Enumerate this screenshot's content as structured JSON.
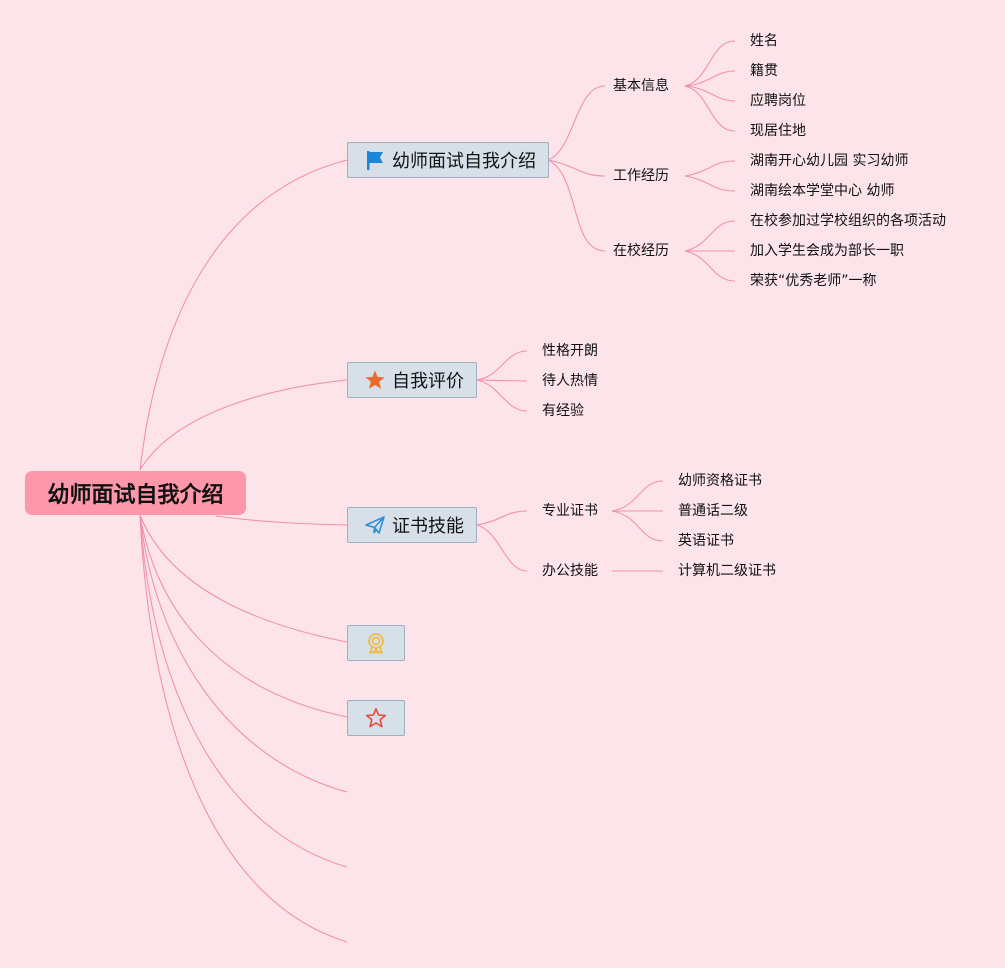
{
  "root": {
    "label": "幼师面试自我介绍"
  },
  "branches": [
    {
      "label": "幼师面试自我介绍",
      "icon": "flag-icon",
      "children": [
        {
          "label": "基本信息",
          "children": [
            "姓名",
            "籍贯",
            "应聘岗位",
            "现居住地"
          ]
        },
        {
          "label": "工作经历",
          "children": [
            "湖南开心幼儿园 实习幼师",
            "湖南绘本学堂中心 幼师"
          ]
        },
        {
          "label": "在校经历",
          "children": [
            "在校参加过学校组织的各项活动",
            "加入学生会成为部长一职",
            "荣获“优秀老师”一称"
          ]
        }
      ]
    },
    {
      "label": "自我评价",
      "icon": "star-icon",
      "children": [
        "性格开朗",
        "待人热情",
        "有经验"
      ]
    },
    {
      "label": "证书技能",
      "icon": "paper-plane-icon",
      "children": [
        {
          "label": "专业证书",
          "children": [
            "幼师资格证书",
            "普通话二级",
            "英语证书"
          ]
        },
        {
          "label": "办公技能",
          "children": [
            "计算机二级证书"
          ]
        }
      ]
    },
    {
      "label": "",
      "icon": "medal-icon"
    },
    {
      "label": "",
      "icon": "star-outline-icon"
    }
  ],
  "colors": {
    "background": "#fde4ea",
    "root_fill": "#ff97ab",
    "topic_fill": "#d7dfe9",
    "topic_border": "#9fb0bf",
    "connector": "#f291ac"
  }
}
